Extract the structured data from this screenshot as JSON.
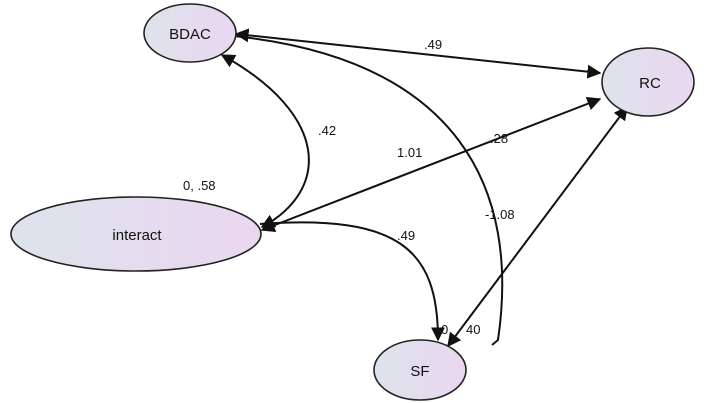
{
  "nodes": {
    "bdac": {
      "label": "BDAC"
    },
    "rc": {
      "label": "RC"
    },
    "interact": {
      "label": "interact"
    },
    "sf": {
      "label": "SF"
    }
  },
  "path_labels": {
    "bdac_rc": ".49",
    "bdac_interact": ".42",
    "interact_rc": "1.01",
    "rc_sf": ".28",
    "interact_variance": "0, .58",
    "interact_sf": ".49",
    "bdac_sf": "-1.08",
    "sf_left": "0",
    "sf_right": "40"
  },
  "colors": {
    "node_fill_start": "#dde3ec",
    "node_fill_end": "#ead7ef",
    "stroke": "#111111"
  }
}
